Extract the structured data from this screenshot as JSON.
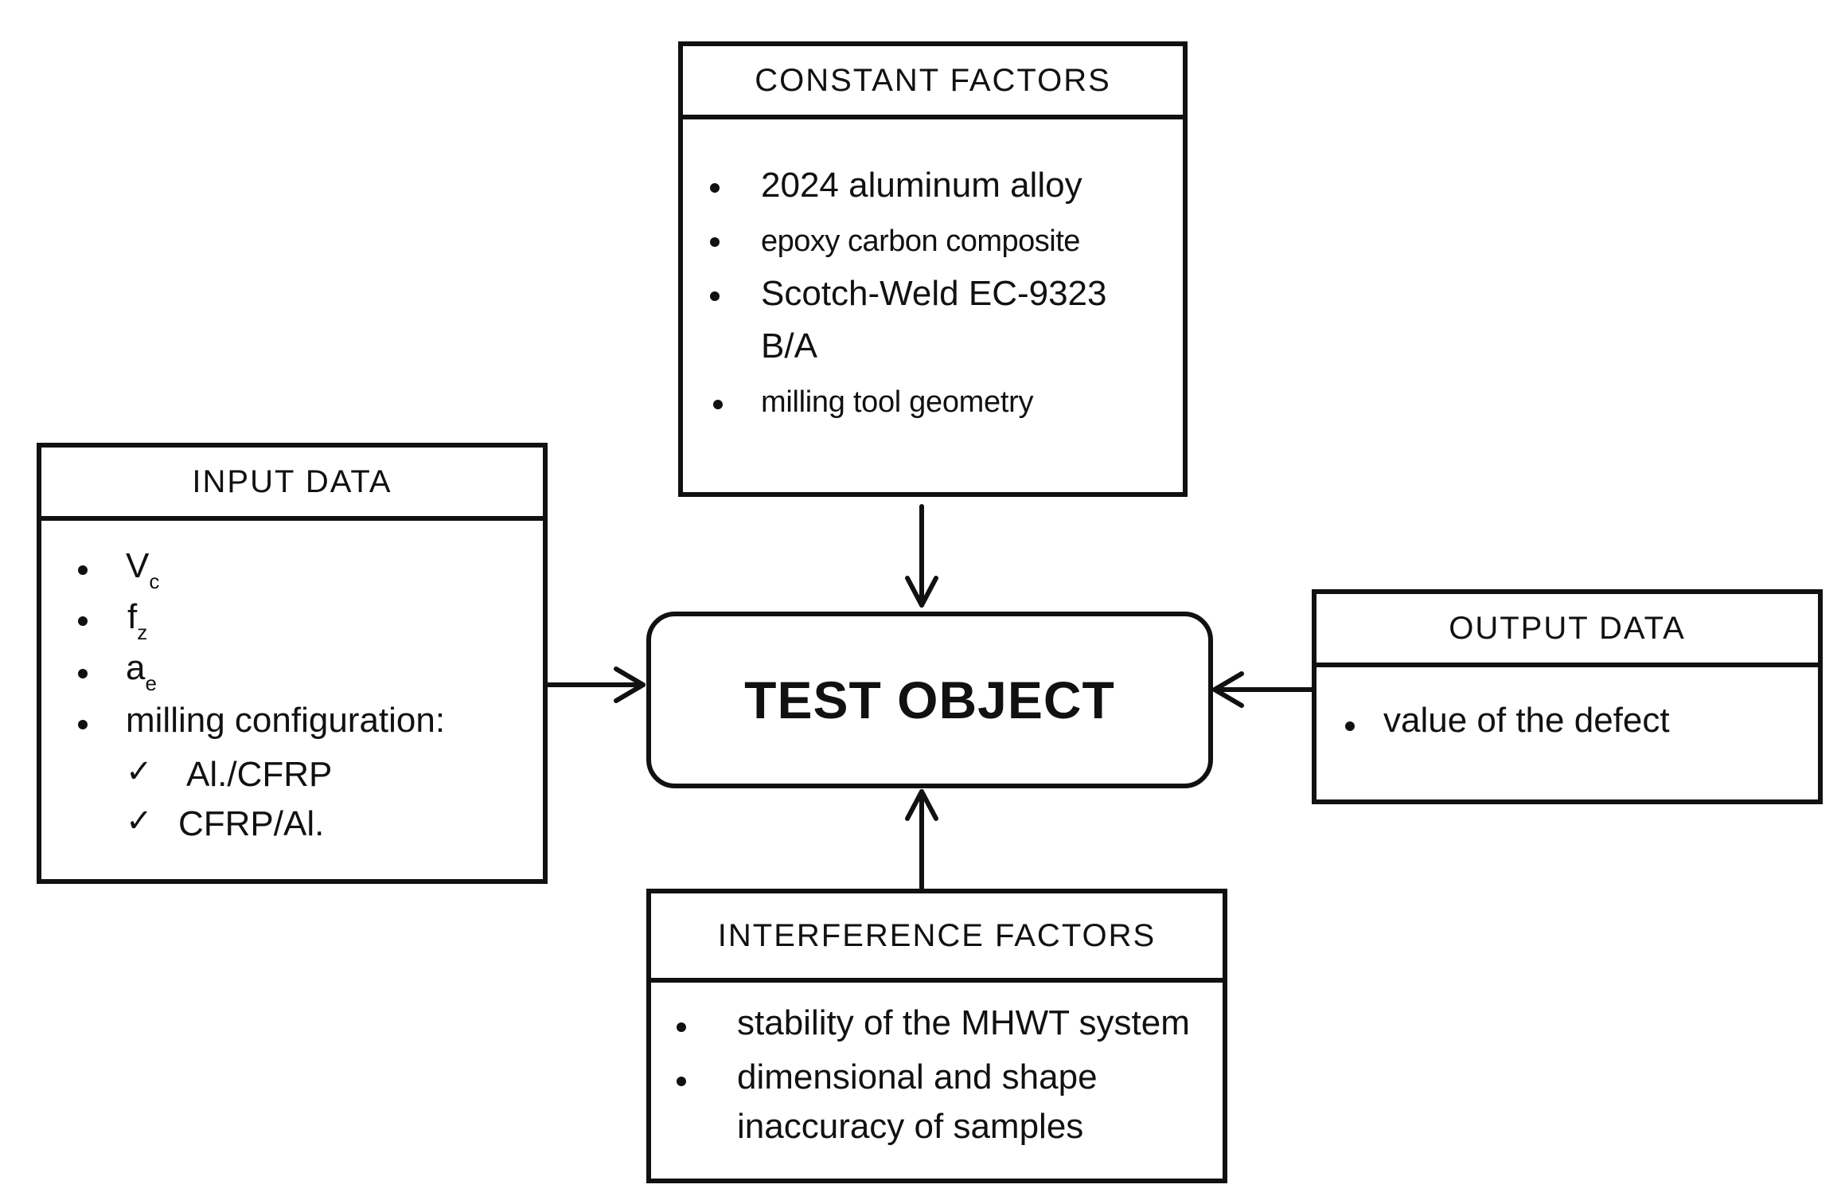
{
  "constant_factors": {
    "title": "CONSTANT FACTORS",
    "items": [
      "2024 aluminum alloy",
      "epoxy carbon composite",
      "Scotch-Weld EC-9323",
      "B/A",
      "milling tool geometry"
    ]
  },
  "input_data": {
    "title": "INPUT DATA",
    "items": [
      {
        "main": "V",
        "sub": "c"
      },
      {
        "main": "f",
        "sub": "z"
      },
      {
        "main": "a",
        "sub": "e"
      },
      {
        "main": "milling configuration:"
      }
    ],
    "checks": [
      "Al./CFRP",
      "CFRP/Al."
    ]
  },
  "test_object": {
    "label": "TEST OBJECT"
  },
  "output_data": {
    "title": "OUTPUT DATA",
    "items": [
      "value of the defect"
    ]
  },
  "interference_factors": {
    "title": "INTERFERENCE FACTORS",
    "items": [
      "stability of the MHWT system",
      "dimensional and shape",
      "inaccuracy of samples"
    ]
  }
}
